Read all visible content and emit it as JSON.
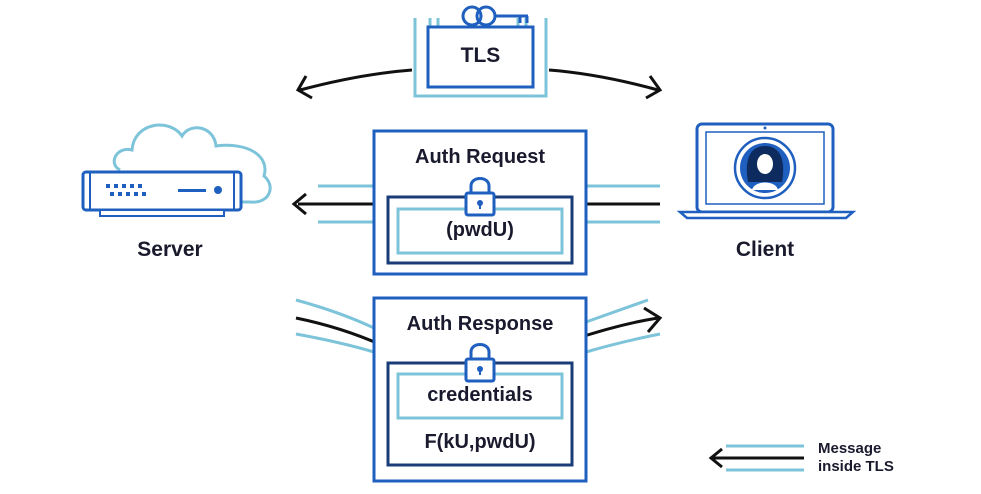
{
  "tls": {
    "label": "TLS"
  },
  "server": {
    "label": "Server"
  },
  "client": {
    "label": "Client"
  },
  "auth_request": {
    "title": "Auth Request",
    "payload": "(pwdU)"
  },
  "auth_response": {
    "title": "Auth Response",
    "payload_inner": "credentials",
    "payload_outer": "F(kU,pwdU)"
  },
  "legend": {
    "line1": "Message",
    "line2": "inside TLS"
  },
  "colors": {
    "navy": "#1a3c78",
    "blue": "#1f5fbf",
    "light_blue": "#7dc4da",
    "dark": "#111111"
  }
}
